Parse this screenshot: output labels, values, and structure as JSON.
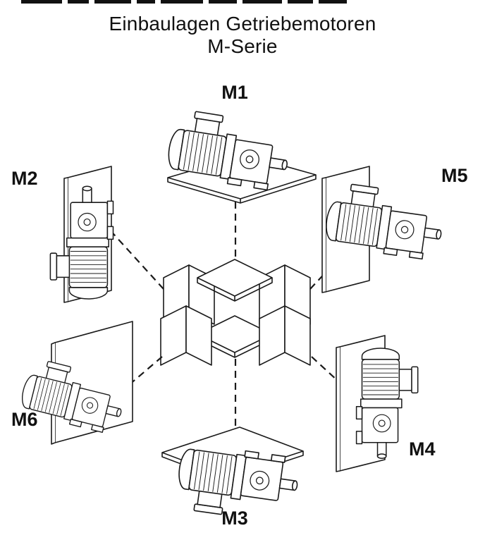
{
  "title": {
    "line1": "Einbaulagen Getriebemotoren",
    "line2": "M-Serie"
  },
  "colors": {
    "line": "#1a1a1a",
    "background": "#ffffff",
    "text": "#111111"
  },
  "positions": [
    {
      "label": "M1"
    },
    {
      "label": "M2"
    },
    {
      "label": "M3"
    },
    {
      "label": "M4"
    },
    {
      "label": "M5"
    },
    {
      "label": "M6"
    }
  ]
}
